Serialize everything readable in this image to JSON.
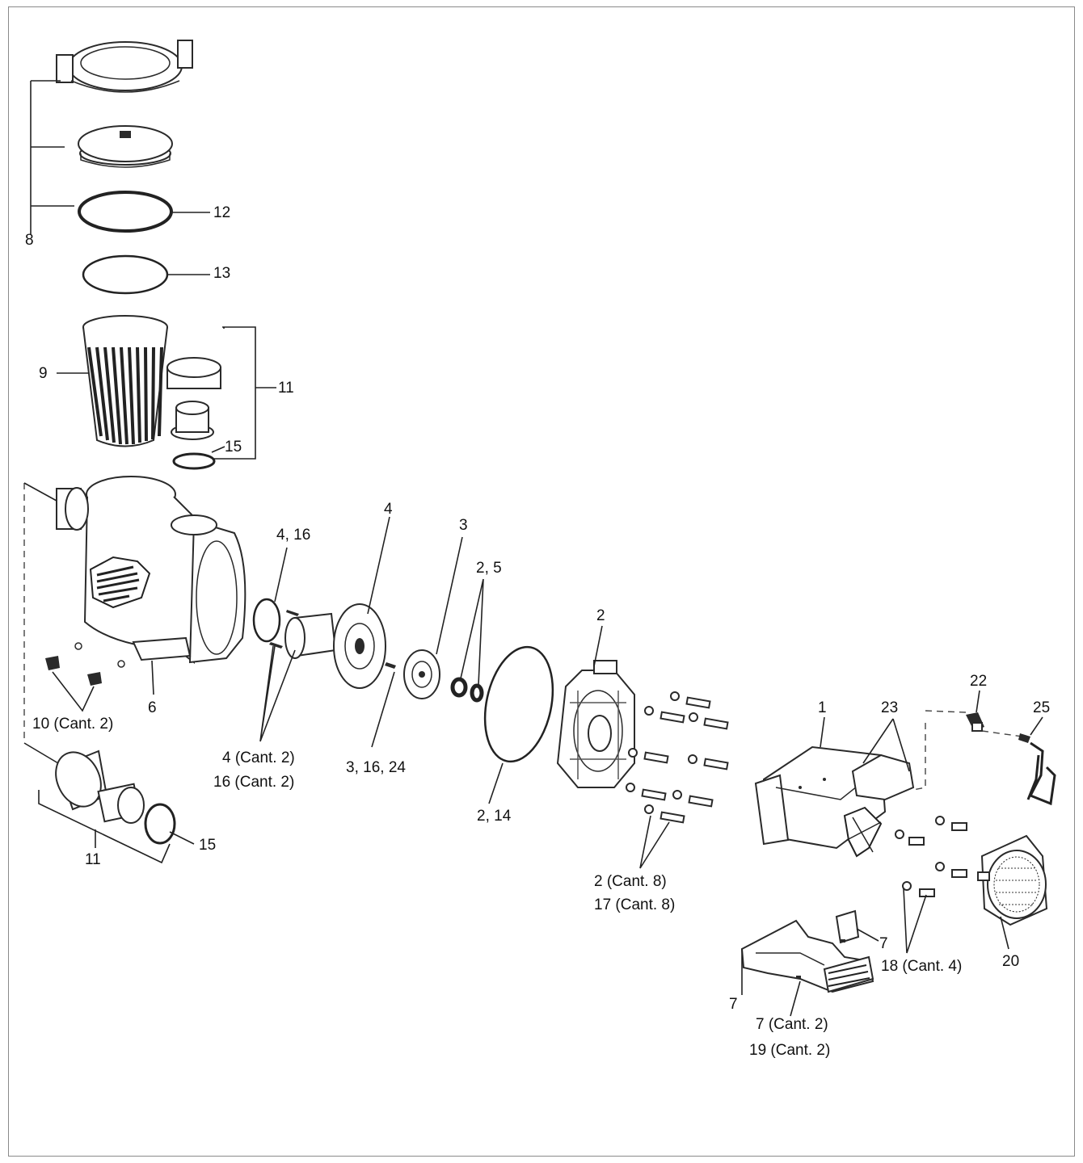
{
  "labels": {
    "l8": "8",
    "l12": "12",
    "l13": "13",
    "l9": "9",
    "l11_top": "11",
    "l15_top": "15",
    "l4": "4",
    "l4_16": "4, 16",
    "l3": "3",
    "l2_5": "2, 5",
    "l2_top": "2",
    "l22": "22",
    "l1": "1",
    "l23": "23",
    "l25": "25",
    "l10": "10 (Cant. 2)",
    "l6": "6",
    "l4_cant": "4 (Cant. 2)",
    "l16_cant": "16 (Cant. 2)",
    "l3_16_24": "3, 16, 24",
    "l2_14": "2, 14",
    "l11_bot": "11",
    "l15_bot": "15",
    "l2_cant": "2 (Cant. 8)",
    "l17_cant": "17 (Cant. 8)",
    "l18_cant": "18 (Cant. 4)",
    "l20": "20",
    "l7_a": "7",
    "l7_b": "7",
    "l7_cant": "7 (Cant. 2)",
    "l19_cant": "19 (Cant. 2)"
  },
  "icons": {
    "lid_ring": "lid-ring-icon",
    "lid": "lid-icon",
    "o_ring": "o-ring-icon",
    "basket": "strainer-basket-icon",
    "union": "union-fitting-icon",
    "housing": "pump-housing-icon",
    "diffuser": "diffuser-icon",
    "impeller": "impeller-icon",
    "seal": "shaft-seal-icon",
    "seal_plate": "seal-plate-icon",
    "bolt": "bolt-icon",
    "motor": "motor-icon",
    "fan_cover": "fan-cover-icon",
    "base": "motor-base-icon",
    "fitting": "fitting-icon",
    "cable": "cable-icon"
  }
}
